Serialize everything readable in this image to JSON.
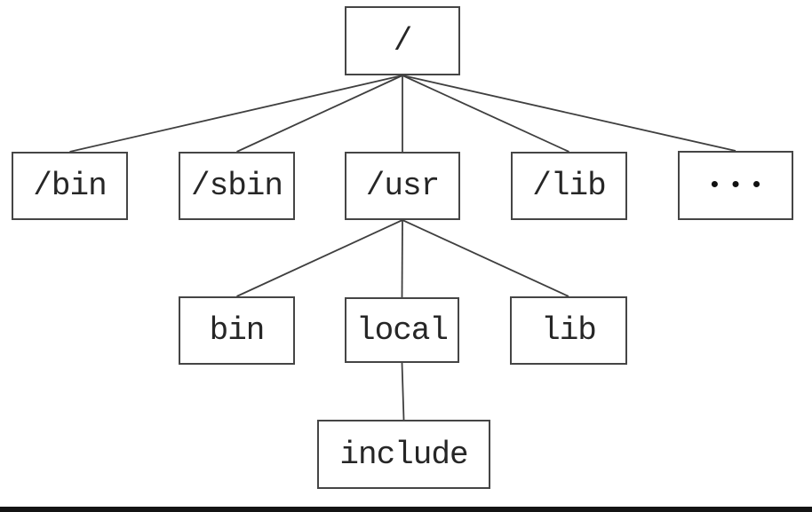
{
  "diagram": {
    "type": "filesystem-tree",
    "nodes": [
      {
        "id": "root",
        "label": "/"
      },
      {
        "id": "bin",
        "label": "/bin"
      },
      {
        "id": "sbin",
        "label": "/sbin"
      },
      {
        "id": "usr",
        "label": "/usr"
      },
      {
        "id": "lib",
        "label": "/lib"
      },
      {
        "id": "more",
        "label": "•••"
      },
      {
        "id": "usr-bin",
        "label": "bin"
      },
      {
        "id": "usr-local",
        "label": "local"
      },
      {
        "id": "usr-lib",
        "label": "lib"
      },
      {
        "id": "usr-local-include",
        "label": "include"
      }
    ],
    "edges": [
      [
        "root",
        "bin"
      ],
      [
        "root",
        "sbin"
      ],
      [
        "root",
        "usr"
      ],
      [
        "root",
        "lib"
      ],
      [
        "root",
        "more"
      ],
      [
        "usr",
        "usr-bin"
      ],
      [
        "usr",
        "usr-local"
      ],
      [
        "usr",
        "usr-lib"
      ],
      [
        "usr-local",
        "usr-local-include"
      ]
    ],
    "colors": {
      "background": "#ffffff",
      "box_border": "#454545",
      "edge_line": "#3f3f3f",
      "text": "#262626",
      "bottom_bar": "#141414"
    }
  }
}
